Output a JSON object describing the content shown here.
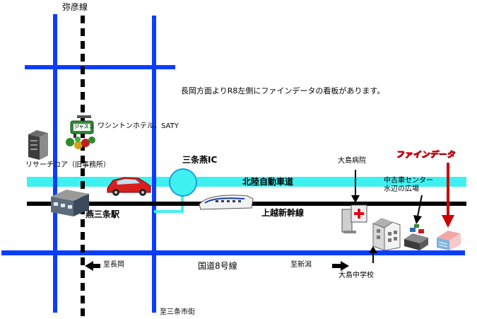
{
  "lines": {
    "yahiko_line": "弥彦線",
    "hokuriku_expressway": "北陸自動車道",
    "joetsu_shinkansen": "上越新幹線",
    "route8": "国道8号線"
  },
  "places": {
    "sanjo_tsubame_ic": "三条燕IC",
    "tsubame_sanjo_station": "燕三条駅",
    "washington_hotel": "ワシントンホテル、SATY",
    "research_core": "リサーチコア（旧事務所）",
    "oshima_hospital": "大島病院",
    "used_car_center": "中古車センター",
    "mizube_hiroba": "水辺の広場",
    "oshima_jhs": "大島中学校",
    "fine_data": "ファインデータ",
    "jusco_sign": "ジャスコ"
  },
  "directions": {
    "to_nagaoka": "至長岡",
    "to_niigata": "至新潟",
    "to_sanjo_city": "至三条市街"
  },
  "note": "長岡方面よりR8左側にファインデータの看板があります。",
  "colors": {
    "road": "#0b3dff",
    "expressway": "#3ff0f0",
    "rail": "#000000",
    "accent": "#e60012"
  },
  "icons": {
    "sign": "jusco-sign-icon",
    "hotel": "tree-cluster-icon",
    "building": "server-building-icon",
    "car": "red-car-icon",
    "train": "shinkansen-train-icon",
    "station": "station-building-icon",
    "hospital": "hospital-icon",
    "school": "school-building-icon",
    "shop": "car-shop-icon",
    "office": "office-building-icon"
  }
}
